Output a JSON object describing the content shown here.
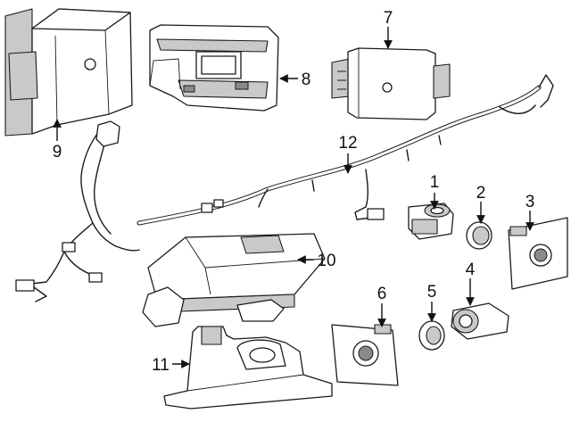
{
  "callouts": [
    {
      "id": "callout-1",
      "label": "1"
    },
    {
      "id": "callout-2",
      "label": "2"
    },
    {
      "id": "callout-3",
      "label": "3"
    },
    {
      "id": "callout-4",
      "label": "4"
    },
    {
      "id": "callout-5",
      "label": "5"
    },
    {
      "id": "callout-6",
      "label": "6"
    },
    {
      "id": "callout-7",
      "label": "7"
    },
    {
      "id": "callout-8",
      "label": "8"
    },
    {
      "id": "callout-9",
      "label": "9"
    },
    {
      "id": "callout-10",
      "label": "10"
    },
    {
      "id": "callout-11",
      "label": "11"
    },
    {
      "id": "callout-12",
      "label": "12"
    }
  ],
  "colors": {
    "line": "#1a1a1a",
    "background": "#ffffff",
    "shade": "#c9c9c9"
  }
}
